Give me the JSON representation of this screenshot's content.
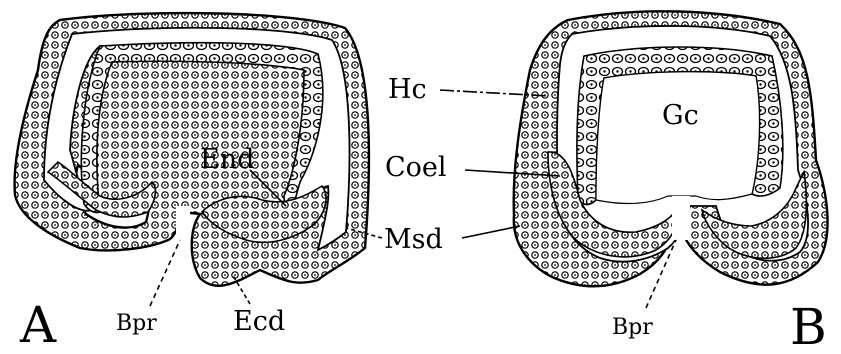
{
  "figure": {
    "panels": [
      {
        "id": "A",
        "letter": "A"
      },
      {
        "id": "B",
        "letter": "B"
      }
    ],
    "labels": {
      "hc": "Hc",
      "gc": "Gc",
      "coel": "Coel",
      "end": "End",
      "msd": "Msd",
      "bpr_a": "Bpr",
      "ecd": "Ecd",
      "bpr_b": "Bpr"
    }
  }
}
